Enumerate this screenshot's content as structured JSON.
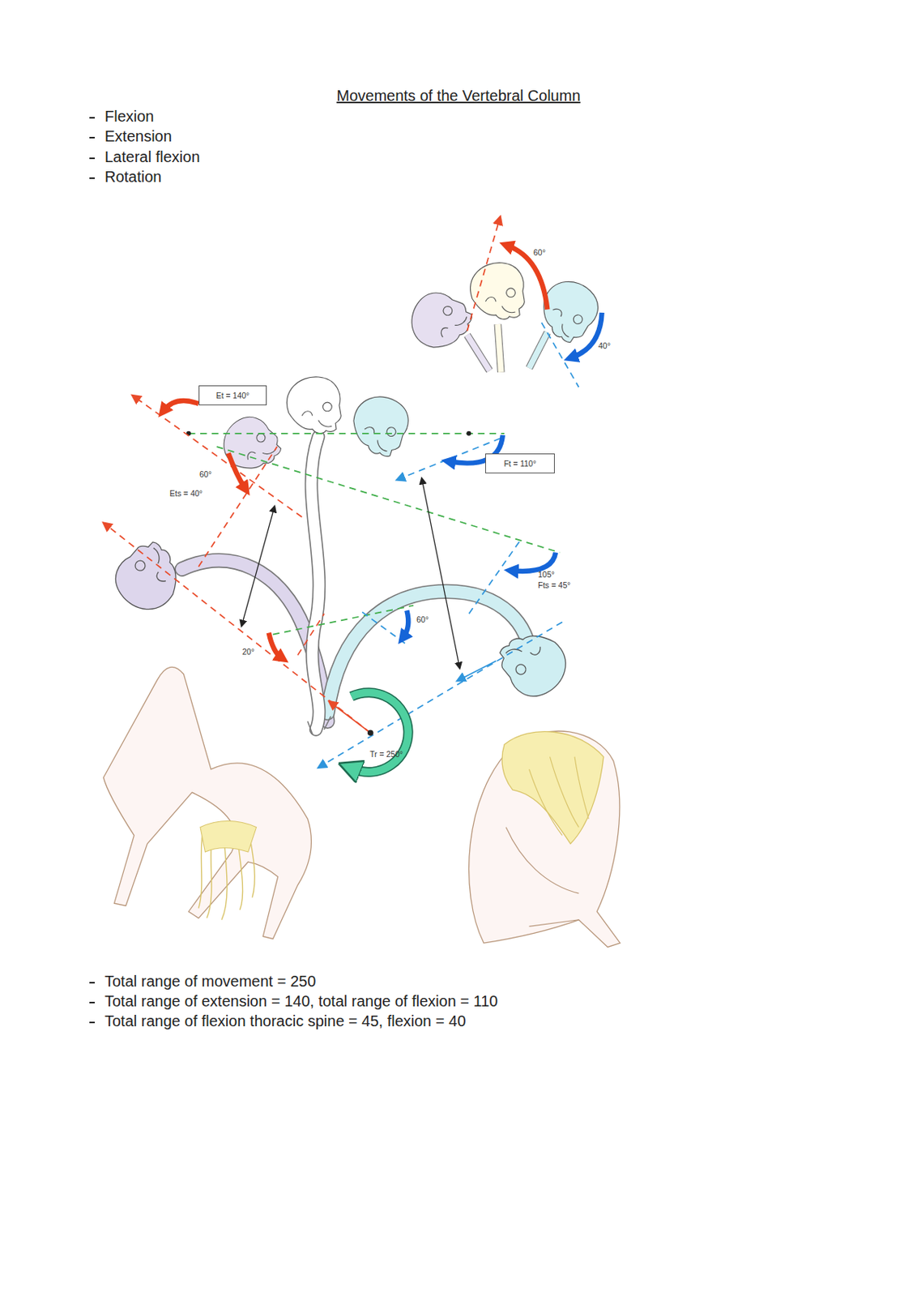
{
  "diagram": {
    "title": "Movements of the Vertebral Column",
    "nodes": [
      {
        "text": [
          "Et = 140°"
        ]
      },
      {
        "text": [
          "Ft = 110°"
        ]
      }
    ],
    "labels": [
      "Flexion",
      "Extension",
      "Lateral flexion",
      "Rotation",
      "60°",
      "40°",
      "60°",
      "Ets = 40°",
      "105°",
      "Fts = 45°",
      "60°",
      "20°",
      "Tr = 250°",
      "Total range of movement = 250",
      "Total range of extension = 140, total range of flexion = 110",
      "Total range of flexion thoracic spine = 45, flexion = 40"
    ]
  }
}
